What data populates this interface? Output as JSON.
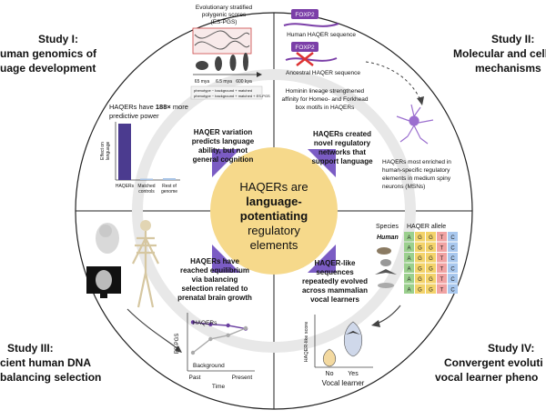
{
  "center": {
    "line1": "HAQERs are",
    "line2": "language-",
    "line3": "potentiating",
    "line4": "regulatory",
    "line5": "elements"
  },
  "study1": {
    "title1": "Study I:",
    "title2": "uman genomics of",
    "title3": "uage development",
    "esPgs1": "Evolutionary stratified",
    "esPgs2": "polygenic scores",
    "esPgs3": "(ES-PGS)",
    "time1": "65 mya",
    "time2": "6.5 mya",
    "time3": "600 kya",
    "legend1": "phenotype ~ background + matched",
    "legend2": "phenotype ~ background + matched + ES-PGS",
    "note1a": "HAQERs have ",
    "note1b": "188×",
    "note1c": " more",
    "note2": "predictive power",
    "finding1": "HAQER variation",
    "finding2": "predicts language",
    "finding3": "ability, but not",
    "finding4": "general cognition",
    "chart_ylabel1": "Effect on",
    "chart_ylabel2": "language",
    "cat1": "HAQERs",
    "cat2a": "Matched",
    "cat2b": "controls",
    "cat3a": "Rest of",
    "cat3b": "genome"
  },
  "study2": {
    "title1": "Study II:",
    "title2": "Molecular and cellu",
    "title3": "mechanisms",
    "foxp2a": "FOXP2",
    "foxp2b": "FOXP2",
    "human_seq": "Human HAQER sequence",
    "ancestral_seq": "Ancestral HAQER sequence",
    "hominin1": "Hominin lineage strengthened",
    "hominin2": "affinity for Homeo- and Forkhead",
    "hominin3": "box motifs in HAQERs",
    "finding1": "HAQERs created",
    "finding2": "novel regulatory",
    "finding3": "networks that",
    "finding4": "support language",
    "msn1": "HAQERs most enriched in",
    "msn2": "human-specific regulatory",
    "msn3": "elements in medium spiny",
    "msn4": "neurons (MSNs)"
  },
  "study3": {
    "title1": "Study III:",
    "title2": "cient human DNA",
    "title3": "balancing selection",
    "finding1": "HAQERs have",
    "finding2": "reached equilibrium",
    "finding3": "via balancing",
    "finding4": "selection related to",
    "finding5": "prenatal brain growth",
    "ylabel": "ES-PGS",
    "xlabel": "Time",
    "series1": "HAQERs",
    "series2": "Background",
    "tick1": "Past",
    "tick2": "Present"
  },
  "study4": {
    "title1": "Study IV:",
    "title2": "Convergent evoluti",
    "title3": "vocal learner pheno",
    "species_hdr": "Species",
    "allele_hdr": "HAQER allele",
    "human": "Human",
    "finding1": "HAQER-like",
    "finding2": "sequences",
    "finding3": "repeatedly evolved",
    "finding4": "across mammalian",
    "finding5": "vocal learners",
    "ylabel": "HAQER-like score",
    "no": "No",
    "yes": "Yes",
    "xlabel": "Vocal learner"
  },
  "allele_rows": [
    [
      "A",
      "G",
      "G",
      "T",
      "C"
    ],
    [
      "A",
      "G",
      "G",
      "T",
      "C"
    ],
    [
      "A",
      "G",
      "G",
      "T",
      "C"
    ],
    [
      "A",
      "G",
      "G",
      "T",
      "C"
    ],
    [
      "A",
      "G",
      "G",
      "T",
      "C"
    ],
    [
      "A",
      "G",
      "G",
      "T",
      "C"
    ]
  ],
  "colors": {
    "center_fill": "#f6d98b",
    "arrow_purple": "#7b5cc4",
    "haqer_line": "#6a3fa0",
    "background_line": "#aaaaaa",
    "bar_haqer": "#4b3b8f",
    "bar_other": "#a7c3e6"
  },
  "chart_data": [
    {
      "type": "bar",
      "categories": [
        "HAQERs",
        "Matched controls",
        "Rest of genome"
      ],
      "values": [
        188,
        4,
        6
      ],
      "ylabel": "Effect on language"
    },
    {
      "type": "line",
      "x": [
        "Past",
        "",
        "",
        "Present"
      ],
      "series": [
        {
          "name": "HAQERs",
          "values": [
            0.86,
            0.82,
            0.8,
            0.74
          ]
        },
        {
          "name": "Background",
          "values": [
            0.3,
            0.55,
            0.62,
            0.75
          ]
        }
      ],
      "xlabel": "Time",
      "ylabel": "ES-PGS"
    }
  ]
}
